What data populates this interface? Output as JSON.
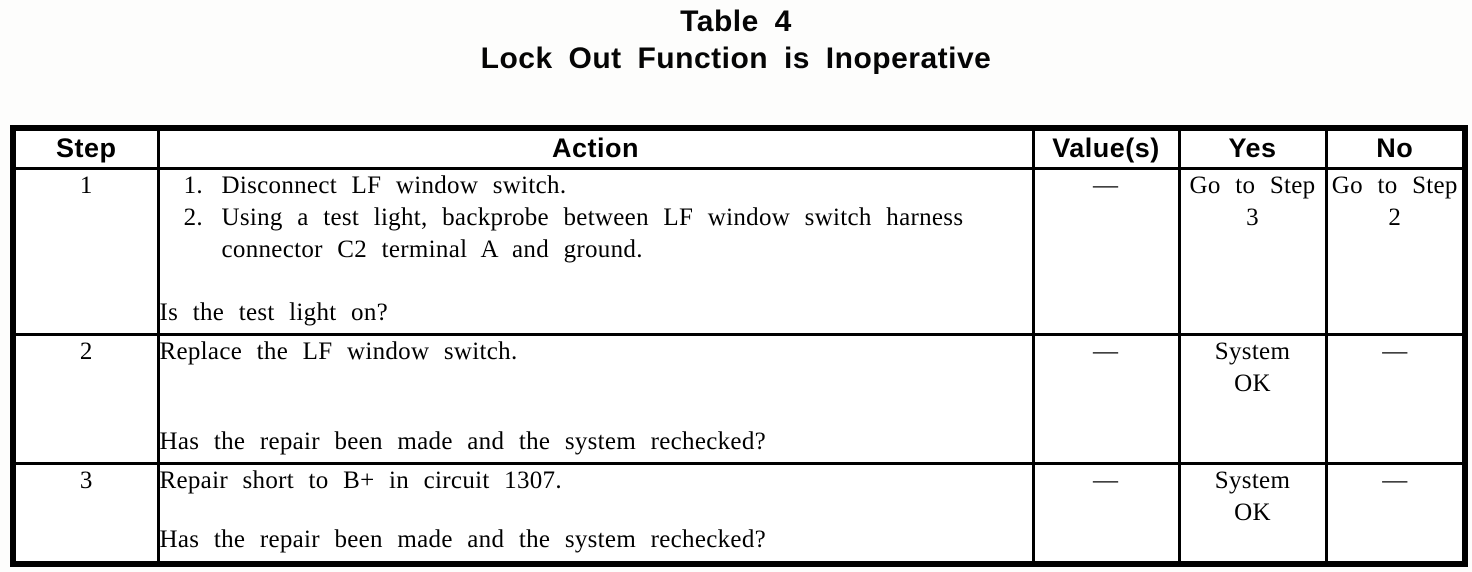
{
  "title": {
    "line1": "Table 4",
    "line2": "Lock Out Function is Inoperative"
  },
  "table": {
    "headers": [
      "Step",
      "Action",
      "Value(s)",
      "Yes",
      "No"
    ],
    "rows": [
      {
        "step": "1",
        "action_items": [
          "Disconnect LF window switch.",
          "Using a test light, backprobe between LF window switch harness connector C2 terminal A and ground."
        ],
        "question": "Is the test light on?",
        "values": "—",
        "yes_lines": [
          "Go to Step",
          "3"
        ],
        "no_lines": [
          "Go to Step",
          "2"
        ]
      },
      {
        "step": "2",
        "action_text": "Replace the LF window switch.",
        "question": "Has the repair been made and the system rechecked?",
        "values": "—",
        "yes_lines": [
          "System",
          "OK"
        ],
        "no_lines": [
          "—"
        ]
      },
      {
        "step": "3",
        "action_text": "Repair short to B+ in circuit 1307.",
        "question": "Has the repair been made and the system rechecked?",
        "values": "—",
        "yes_lines": [
          "System",
          "OK"
        ],
        "no_lines": [
          "—"
        ]
      }
    ]
  }
}
